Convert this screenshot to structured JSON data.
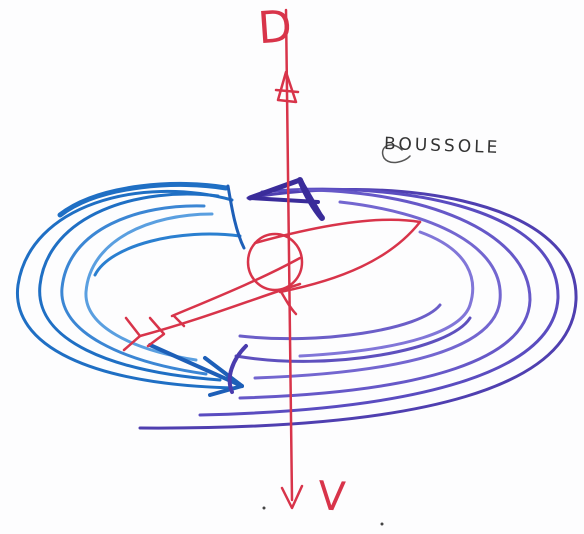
{
  "labels": {
    "top": "D",
    "bottom": "V",
    "compass": "BOUSSOLE"
  },
  "colors": {
    "ink_red": "#d8344a",
    "ink_blue": "#1f6fc4",
    "ink_violet": "#4f3fb0",
    "ink_deep_violet": "#3a2c9a"
  }
}
